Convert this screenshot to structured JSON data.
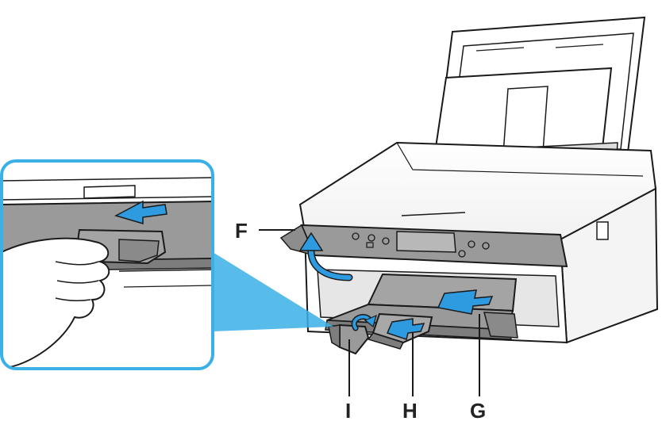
{
  "labels": {
    "f": "F",
    "g": "G",
    "h": "H",
    "i": "I"
  },
  "colors": {
    "outline": "#1a1a1a",
    "printer_body": "#ffffff",
    "tray_fill": "#9a9a9a",
    "tray_dark": "#7d7d7d",
    "arrow_blue": "#2e9be0",
    "zoom_frame": "#3ab0e6"
  },
  "icons": {
    "lift_arrow": "curved-arrow-up-icon",
    "pull_arrow": "arrow-left-icon",
    "rotate_arrow": "rotate-arrow-icon"
  }
}
